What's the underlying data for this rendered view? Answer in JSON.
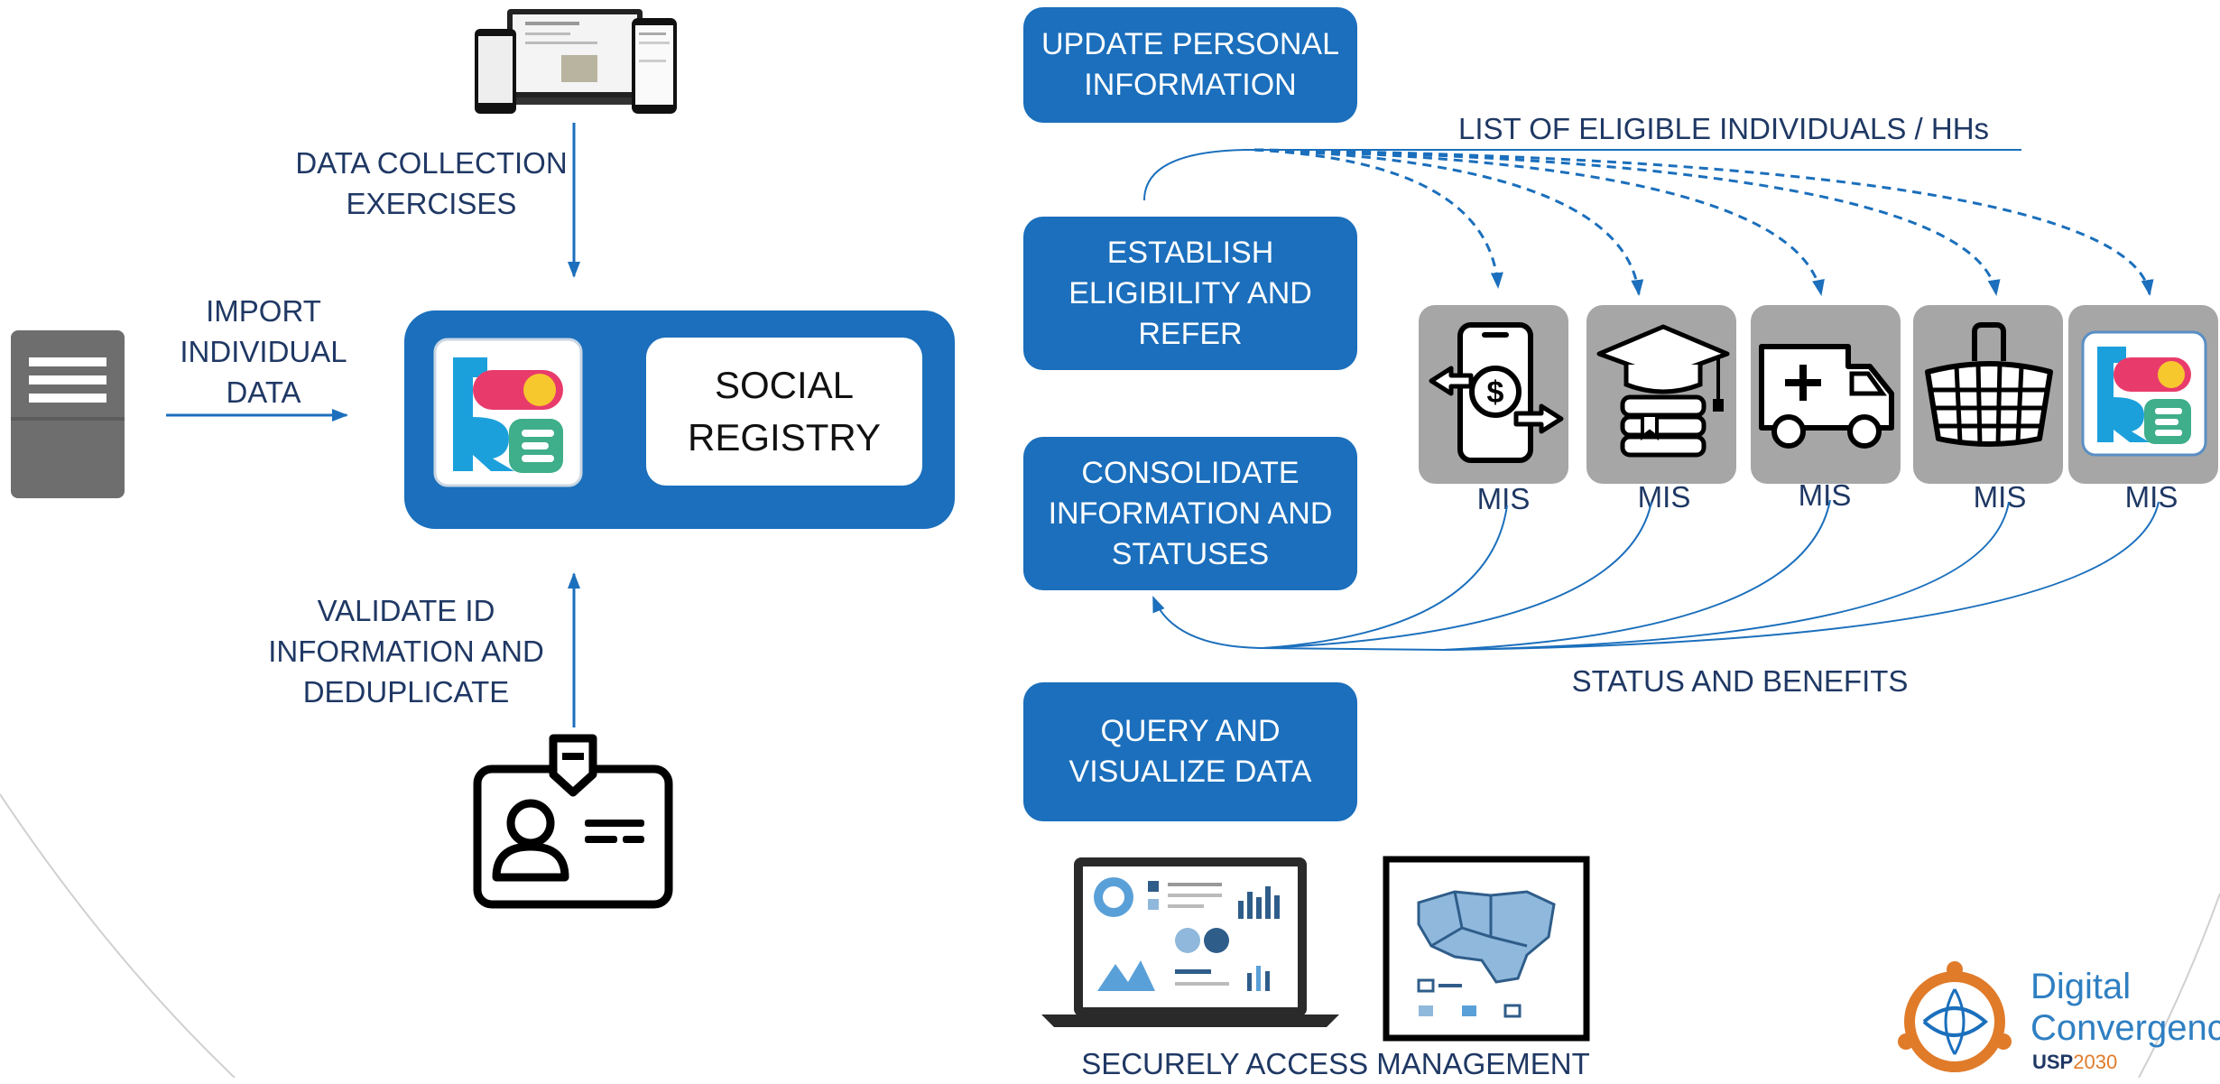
{
  "center": {
    "system_title": "SOCIAL\nREGISTRY"
  },
  "left_labels": {
    "data_collection": "DATA COLLECTION\nEXERCISES",
    "import_data": "IMPORT\nINDIVIDUAL\nDATA",
    "validate_id": "VALIDATE ID\nINFORMATION AND\nDEDUPLICATE"
  },
  "functions": [
    {
      "label": "UPDATE PERSONAL\nINFORMATION"
    },
    {
      "label": "ESTABLISH\nELIGIBILITY AND\nREFER"
    },
    {
      "label": "CONSOLIDATE\nINFORMATION AND\nSTATUSES"
    },
    {
      "label": "QUERY AND\nVISUALIZE DATA"
    }
  ],
  "flows": {
    "eligible_list": "LIST OF ELIGIBLE INDIVIDUALS / HHs",
    "status_benefits": "STATUS AND BENEFITS"
  },
  "mis_systems": [
    {
      "label": "MIS",
      "icon": "mobile-money-icon"
    },
    {
      "label": "MIS",
      "icon": "education-icon"
    },
    {
      "label": "MIS",
      "icon": "ambulance-icon"
    },
    {
      "label": "MIS",
      "icon": "food-basket-icon"
    },
    {
      "label": "MIS",
      "icon": "core-logo-icon"
    }
  ],
  "access": {
    "label": "SECURELY ACCESS MANAGEMENT"
  },
  "brand": {
    "line1": "Digital",
    "line2": "Convergence",
    "tag_bold": "USP",
    "tag_rest": "2030",
    "accent_blue": "#1b6fbc",
    "brand_orange": "#e07b2a"
  }
}
